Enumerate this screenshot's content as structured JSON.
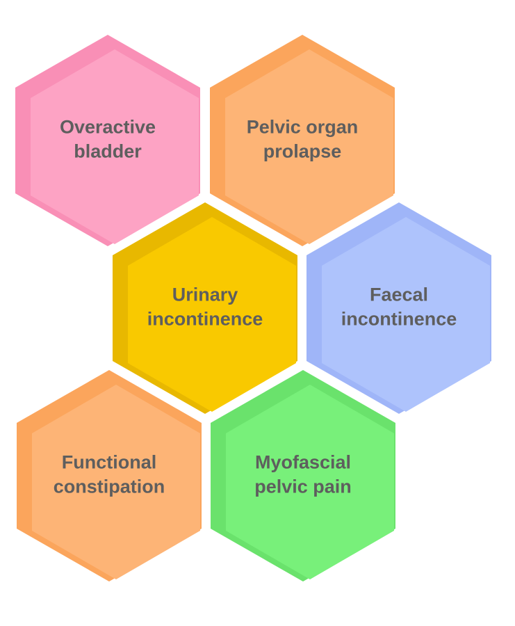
{
  "hexagons": [
    {
      "id": "overactive-bladder",
      "lines": [
        "Overactive",
        "bladder"
      ],
      "color": "#fda3c4",
      "shade": "#f98fb6"
    },
    {
      "id": "pelvic-organ-prolapse",
      "lines": [
        "Pelvic organ",
        "prolapse"
      ],
      "color": "#fdb476",
      "shade": "#fba55c"
    },
    {
      "id": "urinary-incontinence",
      "lines": [
        "Urinary",
        "incontinence"
      ],
      "color": "#f9c900",
      "shade": "#e8b800"
    },
    {
      "id": "faecal-incontinence",
      "lines": [
        "Faecal",
        "incontinence"
      ],
      "color": "#aec3fc",
      "shade": "#9fb5f8"
    },
    {
      "id": "functional-constipation",
      "lines": [
        "Functional",
        "constipation"
      ],
      "color": "#fdb476",
      "shade": "#fba55c"
    },
    {
      "id": "myofascial-pelvic-pain",
      "lines": [
        "Myofascial",
        "pelvic pain"
      ],
      "color": "#78f07a",
      "shade": "#6ae26c"
    }
  ]
}
